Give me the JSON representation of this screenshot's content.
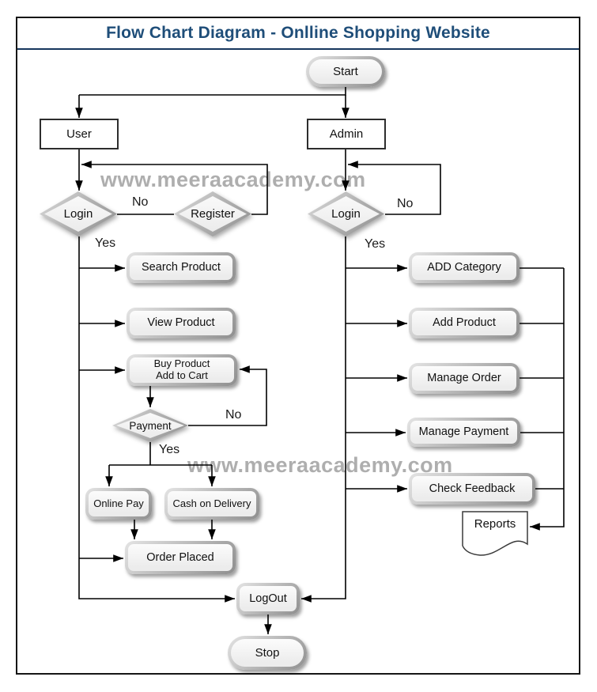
{
  "title": "Flow Chart Diagram - Onlline Shopping Website",
  "watermark": "www.meeraacademy.com",
  "colors": {
    "title_text": "#1F4E79",
    "title_rule": "#17365D",
    "outer_border": "#161616",
    "watermark": "#9A9A9A",
    "connector": "#000000",
    "node_fill": "#F3F3F3",
    "node_border": "#9E9E9E"
  },
  "nodes": {
    "start": "Start",
    "user": "User",
    "admin": "Admin",
    "user_login": "Login",
    "register": "Register",
    "admin_login": "Login",
    "search_product": "Search Product",
    "view_product": "View Product",
    "buy_product_line1": "Buy Product",
    "buy_product_line2": "Add to Cart",
    "payment": "Payment",
    "online_pay": "Online Pay",
    "cash_on_delivery": "Cash on Delivery",
    "order_placed": "Order Placed",
    "add_category": "ADD Category",
    "add_product": "Add Product",
    "manage_order": "Manage Order",
    "manage_payment": "Manage Payment",
    "check_feedback": "Check Feedback",
    "reports": "Reports",
    "logout": "LogOut",
    "stop": "Stop"
  },
  "edge_labels": {
    "user_no": "No",
    "user_yes": "Yes",
    "admin_no": "No",
    "admin_yes": "Yes",
    "payment_no": "No",
    "payment_yes": "Yes"
  }
}
